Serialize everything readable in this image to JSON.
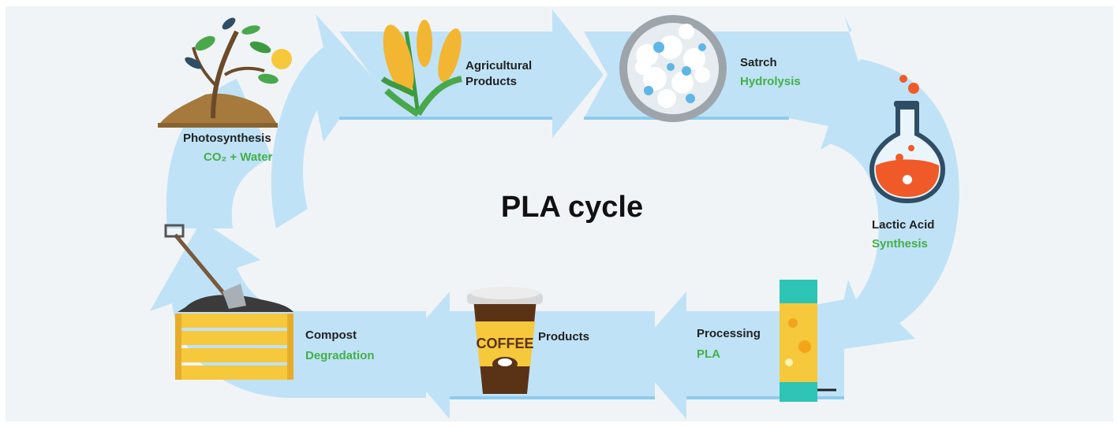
{
  "title": "PLA cycle",
  "colors": {
    "arrow": "#bfe2f7",
    "arrow_shade": "#8ecbee",
    "label": "#222222",
    "sublabel": "#43b046",
    "background": "#f1f4f6"
  },
  "stages": [
    {
      "label": "Photosynthesis",
      "sublabel": "CO₂ + Water",
      "icon": "plant-icon"
    },
    {
      "label": "Agricultural",
      "label2": "Products",
      "icon": "corn-icon"
    },
    {
      "label": "Satrch",
      "sublabel": "Hydrolysis",
      "icon": "starch-dish-icon"
    },
    {
      "label": "Lactic Acid",
      "sublabel": "Synthesis",
      "icon": "flask-icon"
    },
    {
      "label": "Processing",
      "sublabel": "PLA",
      "icon": "pla-tube-icon"
    },
    {
      "label": "Products",
      "icon": "coffee-cup-icon",
      "cup_text": "COFFEE"
    },
    {
      "label": "Compost",
      "sublabel": "Degradation",
      "icon": "compost-crate-icon"
    }
  ]
}
